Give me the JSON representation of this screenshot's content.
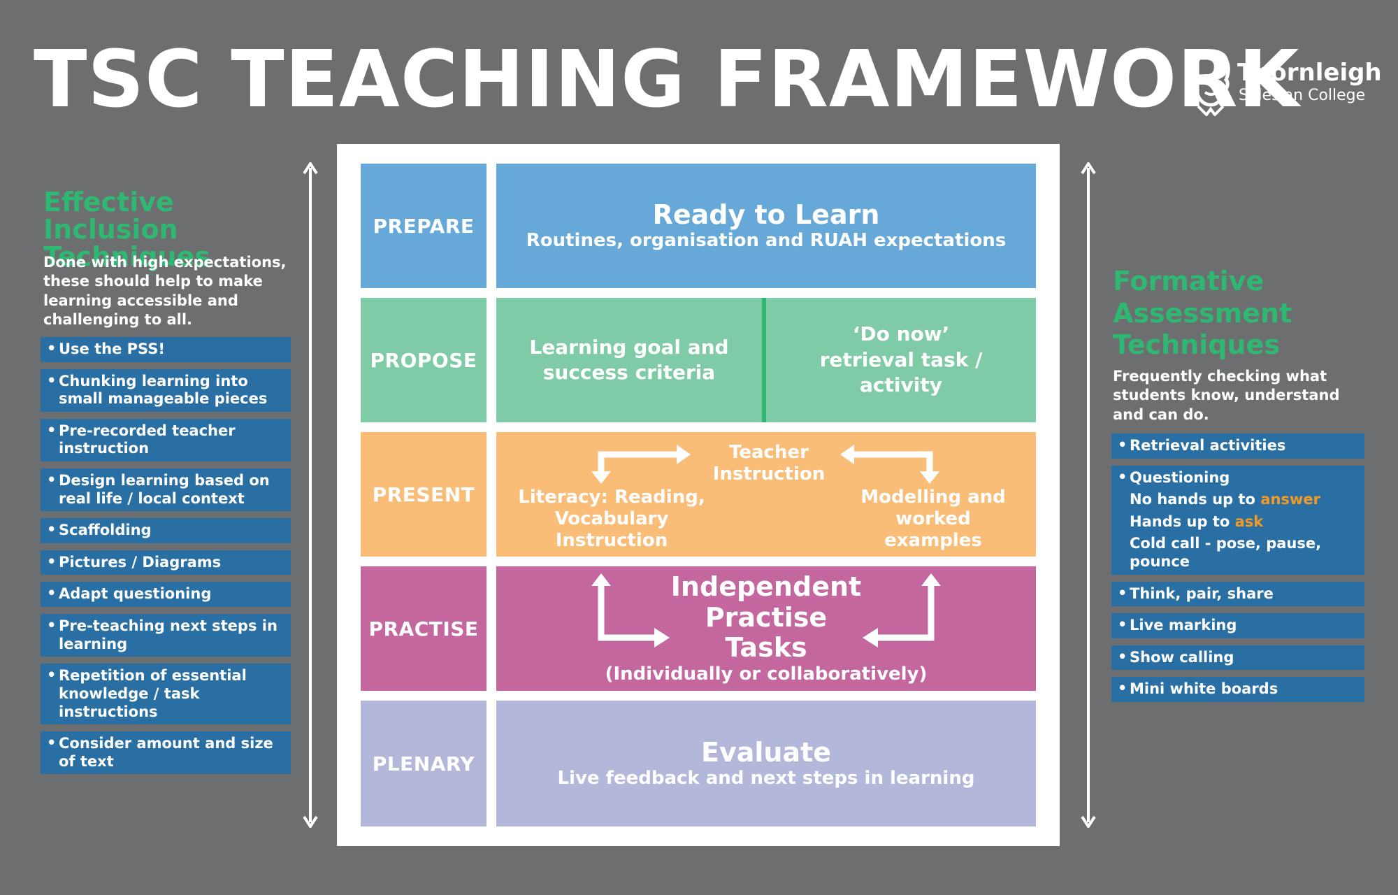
{
  "header": {
    "title": "TSC TEACHING FRAMEWORK",
    "logo": {
      "name": "Thornleigh",
      "subtitle": "Salesian College",
      "icon": "founder-portrait-icon"
    }
  },
  "left_panel": {
    "heading": "Effective Inclusion Techniques",
    "description": "Done with high expectations, these should help to make learning accessible and challenging to all.",
    "items": [
      "Use the PSS!",
      "Chunking learning into small manageable pieces",
      "Pre-recorded teacher instruction",
      "Design learning based on real  life / local context",
      "Scaffolding",
      "Pictures / Diagrams",
      "Adapt questioning",
      "Pre-teaching next steps in learning",
      "Repetition of essential knowledge / task instructions",
      "Consider amount and size of text"
    ]
  },
  "right_panel": {
    "heading": "Formative Assessment Techniques",
    "description": "Frequently checking what students know, understand and can do.",
    "items": {
      "retrieval": "Retrieval activities",
      "questioning": {
        "label": "Questioning",
        "line1_prefix": "No hands up to",
        "line1_accent": "answer",
        "line2_prefix": "Hands up to",
        "line2_accent": "ask",
        "line3": "Cold call - pose, pause, pounce"
      },
      "think": "Think, pair, share",
      "live": "Live marking",
      "show": "Show calling",
      "mini": "Mini white boards"
    }
  },
  "framework": {
    "colors": {
      "prepare": "#66a8d7",
      "propose": "#80cba7",
      "propose_divider": "#2eb872",
      "present": "#f9bd78",
      "practise": "#c4679e",
      "plenary": "#b3b8da"
    },
    "prepare": {
      "label": "PREPARE",
      "title": "Ready to Learn",
      "subtitle": "Routines, organisation and RUAH expectations"
    },
    "propose": {
      "label": "PROPOSE",
      "left": "Learning goal and success criteria",
      "right": "‘Do now’ retrieval task / activity"
    },
    "present": {
      "label": "PRESENT",
      "center": "Teacher Instruction",
      "left": "Literacy: Reading, Vocabulary Instruction",
      "right": "Modelling and worked examples"
    },
    "practise": {
      "label": "PRACTISE",
      "title": "Independent Practise Tasks",
      "subtitle": "(Individually or collaboratively)"
    },
    "plenary": {
      "label": "PLENARY",
      "title": "Evaluate",
      "subtitle": "Live feedback and next steps in learning"
    }
  }
}
